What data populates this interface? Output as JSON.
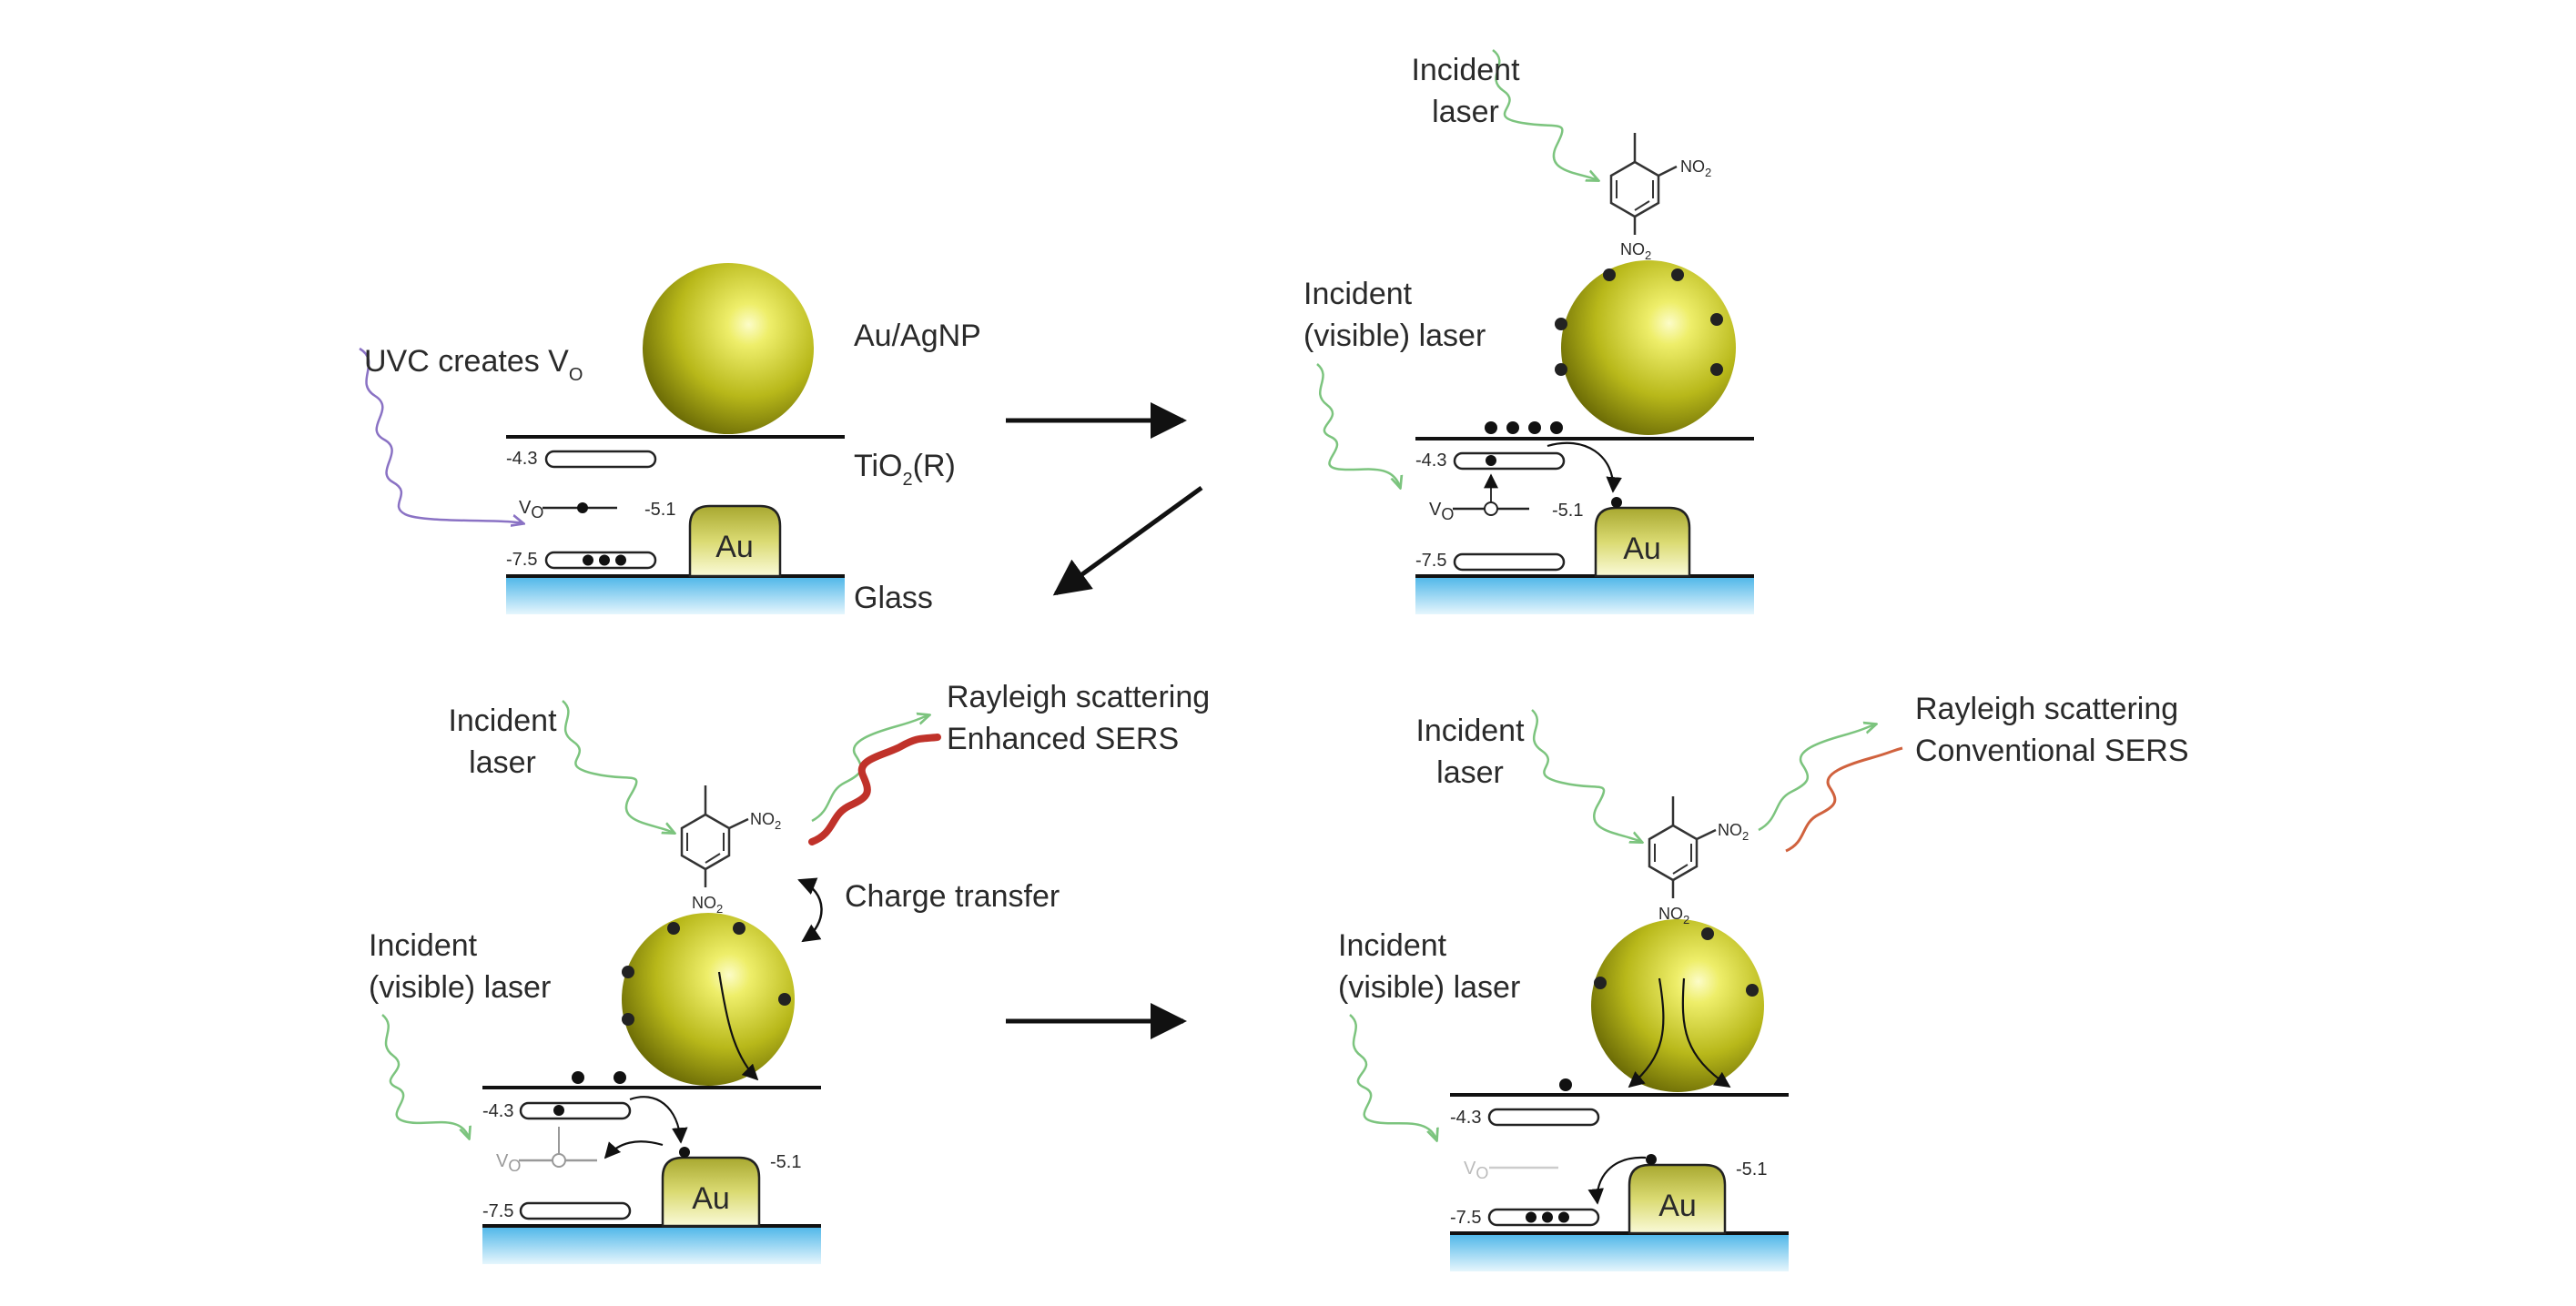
{
  "colors": {
    "green_wave": "#7cc47e",
    "purple_wave": "#8a72c4",
    "red_wave": "#c0322a",
    "orange_wave": "#d0623e",
    "sphere": "#bcbc1a",
    "glass_top": "#4bb5e8",
    "glass_bottom": "#e6f6fd",
    "au_block": "#c2c248"
  },
  "panels": {
    "p1": {
      "uvc_label": "UVC creates V",
      "uvc_sub": "O",
      "np_label": "Au/AgNP",
      "tio2_label": "TiO",
      "tio2_sub": "2",
      "tio2_suffix": "(R)",
      "glass_label": "Glass",
      "cb_level": "-4.3",
      "vb_level": "-7.5",
      "au_level": "-5.1",
      "vo_label": "V",
      "vo_sub": "O",
      "au_label": "Au"
    },
    "p2": {
      "laser_top": [
        "Incident",
        "laser"
      ],
      "laser_bottom": [
        "Incident",
        "(visible) laser"
      ],
      "cb_level": "-4.3",
      "vb_level": "-7.5",
      "au_level": "-5.1",
      "vo_label": "V",
      "vo_sub": "O",
      "au_label": "Au",
      "no2_a": "NO",
      "no2_a_sub": "2",
      "no2_b": "NO",
      "no2_b_sub": "2"
    },
    "p3": {
      "laser_top": [
        "Incident",
        "laser"
      ],
      "laser_bottom": [
        "Incident",
        "(visible) laser"
      ],
      "scatter_lines": [
        "Rayleigh scattering",
        "Enhanced SERS"
      ],
      "charge_transfer": "Charge transfer",
      "cb_level": "-4.3",
      "vb_level": "-7.5",
      "au_level": "-5.1",
      "vo_label": "V",
      "vo_sub": "O",
      "au_label": "Au",
      "no2_a": "NO",
      "no2_a_sub": "2",
      "no2_b": "NO",
      "no2_b_sub": "2"
    },
    "p4": {
      "laser_top": [
        "Incident",
        "laser"
      ],
      "laser_bottom": [
        "Incident",
        "(visible) laser"
      ],
      "scatter_lines": [
        "Rayleigh scattering",
        "Conventional SERS"
      ],
      "cb_level": "-4.3",
      "vb_level": "-7.5",
      "au_level": "-5.1",
      "vo_label": "V",
      "vo_sub": "O",
      "au_label": "Au",
      "no2_a": "NO",
      "no2_a_sub": "2",
      "no2_b": "NO",
      "no2_b_sub": "2"
    }
  }
}
